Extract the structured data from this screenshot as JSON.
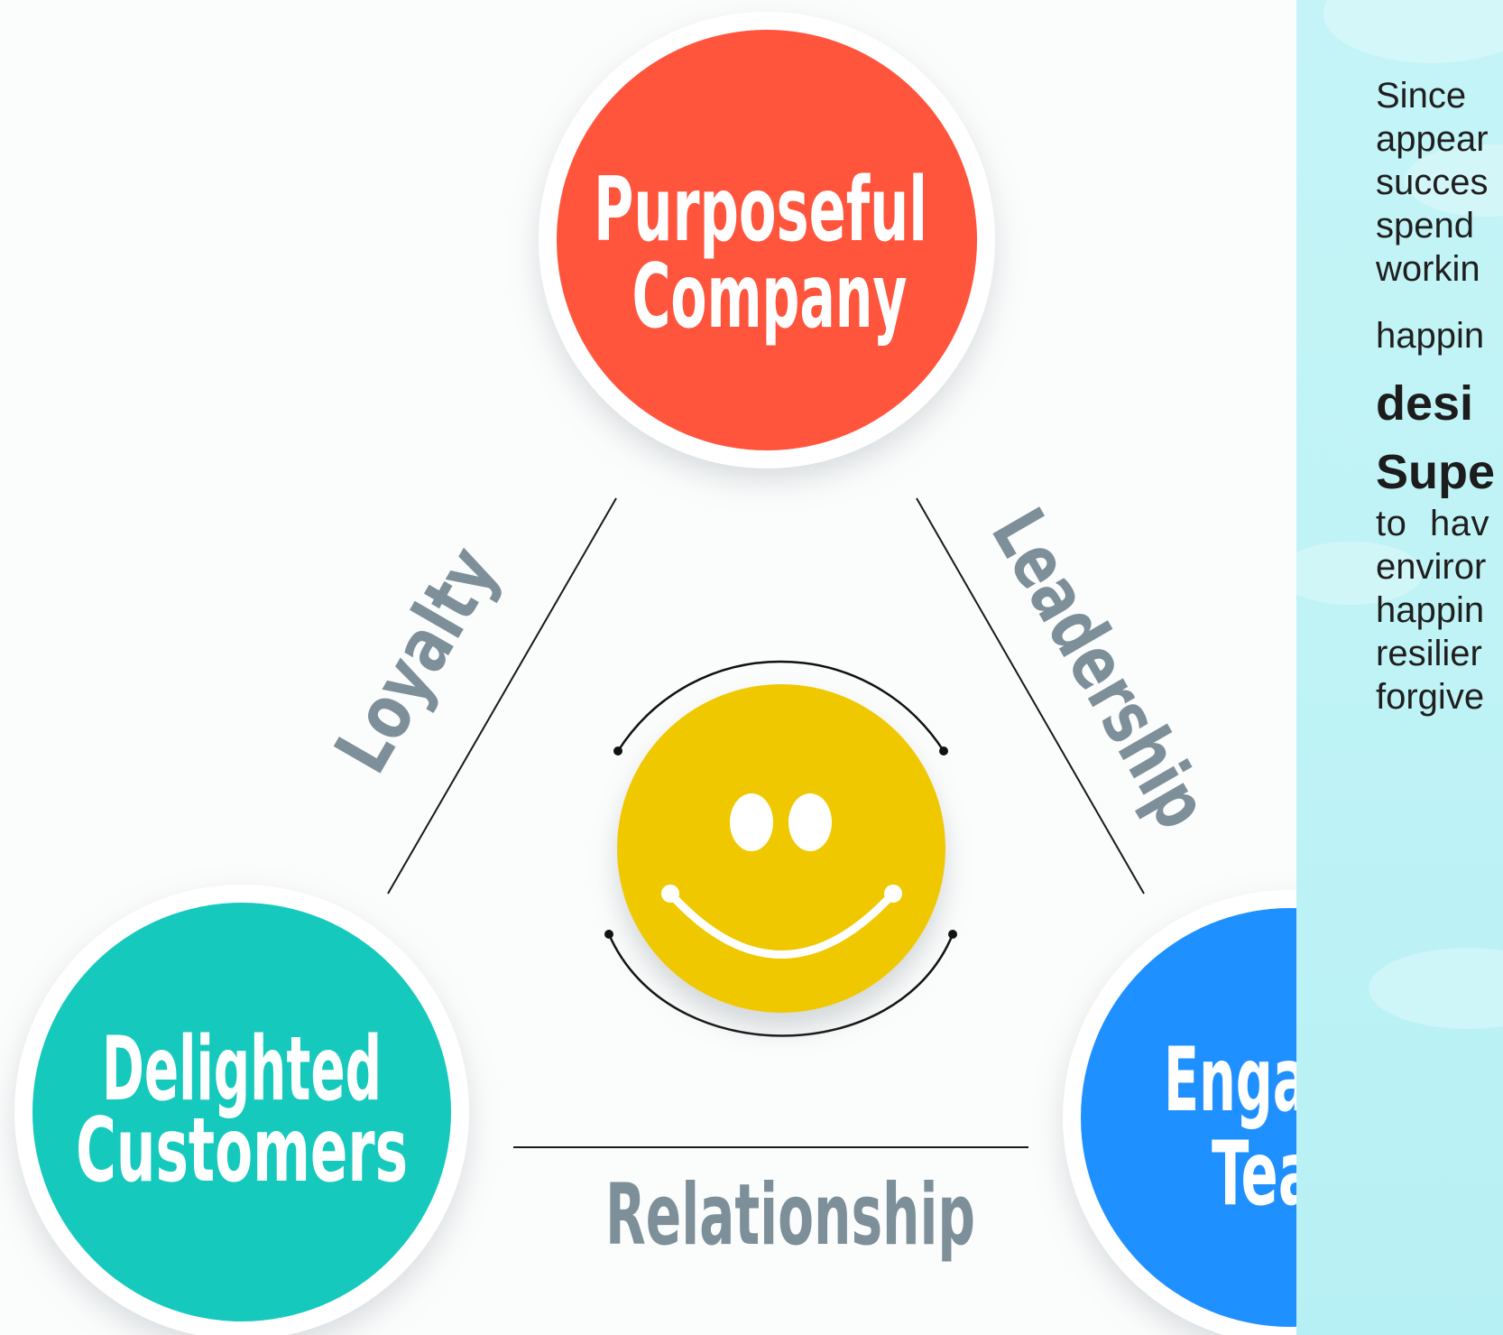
{
  "nodes": {
    "purposeful_company": {
      "line1": "Purposeful",
      "line2": "Company",
      "color": "#ff553d"
    },
    "delighted_customers": {
      "line1": "Delighted",
      "line2": "Customers",
      "color": "#16c9bd"
    },
    "engaged_team": {
      "line1": "Engaged",
      "line2": "Team",
      "color": "#1f90ff"
    },
    "center": {
      "icon": "smiley-face-icon",
      "color": "#f0c800"
    }
  },
  "edges": {
    "loyalty": "Loyalty",
    "leadership": "Leadership",
    "relationship": "Relationship"
  },
  "colors": {
    "edge_label": "#7d8f98",
    "background": "#fbfcfc",
    "panel": "#c0f3f6"
  },
  "side_panel": {
    "line1": "Since",
    "line2": "appear",
    "line3": "succes",
    "line4": "spend",
    "line5": "workin",
    "line6": "happin",
    "bold1": "desi",
    "bold2": "Supe",
    "line7": "to hav",
    "line8": "enviror",
    "line9": "happin",
    "line10": "resilier",
    "line11": "forgive"
  }
}
